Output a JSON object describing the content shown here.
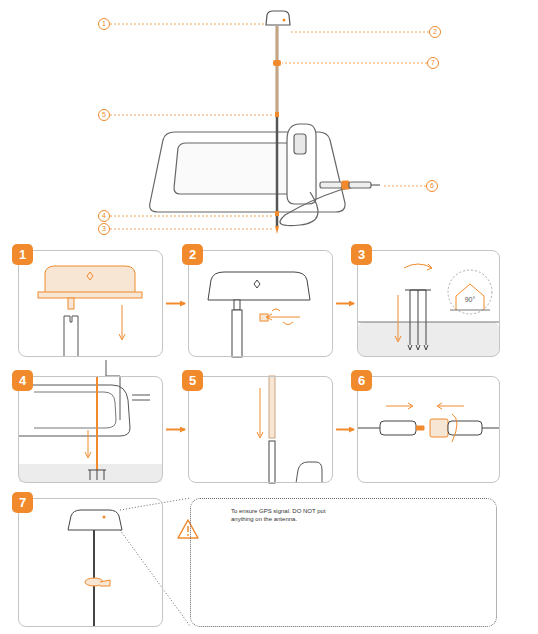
{
  "diagram": {
    "nodes": [
      {
        "text": [
          "1"
        ]
      },
      {
        "text": [
          "2"
        ]
      },
      {
        "text": [
          "3"
        ]
      },
      {
        "text": [
          "4"
        ]
      },
      {
        "text": [
          "5"
        ]
      },
      {
        "text": [
          "6"
        ]
      },
      {
        "text": [
          "7"
        ]
      },
      {
        "text": [
          "To ensure GPS signal. DO NOT put anything on the antenna."
        ]
      }
    ],
    "edges": [
      {
        "from": 0,
        "to": 1,
        "arrow": "to"
      },
      {
        "from": 1,
        "to": 2,
        "arrow": "to"
      },
      {
        "from": 3,
        "to": 4,
        "arrow": "to"
      },
      {
        "from": 4,
        "to": 5,
        "arrow": "to"
      }
    ],
    "labels": [
      "1",
      "2",
      "7",
      "5",
      "6",
      "4",
      "3",
      "90°"
    ]
  }
}
